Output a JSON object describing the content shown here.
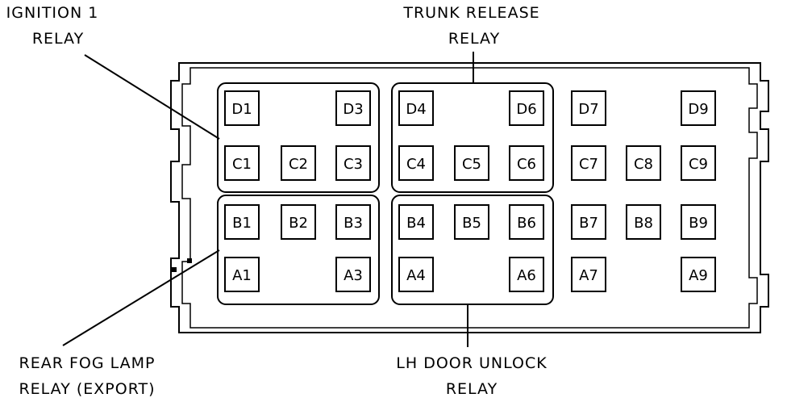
{
  "labels": {
    "ignition_line1": "IGNITION 1",
    "ignition_line2": "RELAY",
    "trunk_line1": "TRUNK RELEASE",
    "trunk_line2": "RELAY",
    "fog_line1": "REAR FOG LAMP",
    "fog_line2": "RELAY (EXPORT)",
    "lh_line1": "LH DOOR UNLOCK",
    "lh_line2": "RELAY"
  },
  "cells": {
    "D1": "D1",
    "D3": "D3",
    "C1": "C1",
    "C2": "C2",
    "C3": "C3",
    "B1": "B1",
    "B2": "B2",
    "B3": "B3",
    "A1": "A1",
    "A3": "A3",
    "D4": "D4",
    "D6": "D6",
    "C4": "C4",
    "C5": "C5",
    "C6": "C6",
    "B4": "B4",
    "B5": "B5",
    "B6": "B6",
    "A4": "A4",
    "A6": "A6",
    "D7": "D7",
    "D9": "D9",
    "C7": "C7",
    "C8": "C8",
    "C9": "C9",
    "B7": "B7",
    "B8": "B8",
    "B9": "B9",
    "A7": "A7",
    "A9": "A9"
  }
}
